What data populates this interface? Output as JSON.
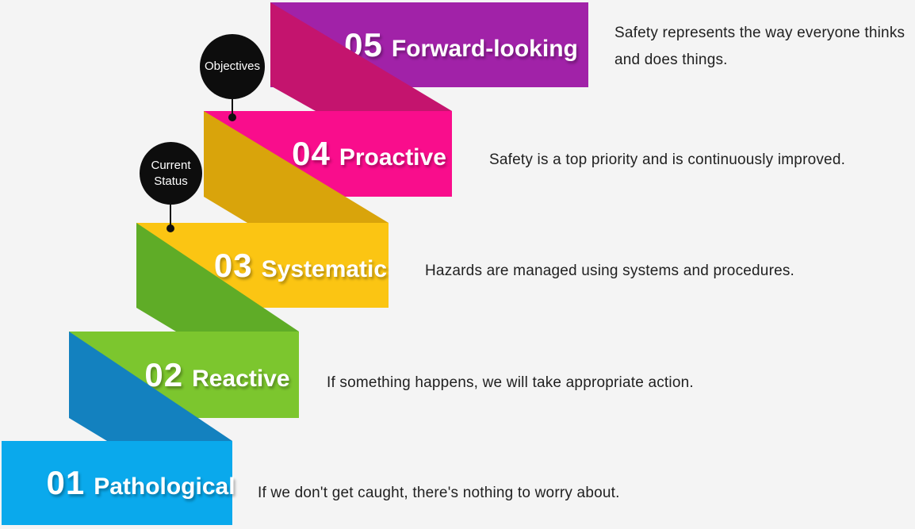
{
  "background_color": "#f4f4f4",
  "description_text_color": "#212121",
  "steps": [
    {
      "number": "05",
      "label": "Forward-looking",
      "description": "Safety represents the way everyone thinks and does things.",
      "color": "#a122a8",
      "fold_color": "#c4146e"
    },
    {
      "number": "04",
      "label": "Proactive",
      "description": "Safety is a top priority and is continuously improved.",
      "color": "#f90d8c",
      "fold_color": "#d9a40b"
    },
    {
      "number": "03",
      "label": "Systematic",
      "description": "Hazards are managed using systems and procedures.",
      "color": "#fbc513",
      "fold_color": "#5fac27"
    },
    {
      "number": "02",
      "label": "Reactive",
      "description": "If something happens, we will take appropriate action.",
      "color": "#7cc62e",
      "fold_color": "#1381bf"
    },
    {
      "number": "01",
      "label": "Pathological",
      "description": "If we don't get caught, there's nothing to worry about.",
      "color": "#0aa9ec",
      "fold_color": null
    }
  ],
  "badges": [
    {
      "line1": "Objectives",
      "line2": "",
      "color": "#0d0d0d"
    },
    {
      "line1": "Current",
      "line2": "Status",
      "color": "#0d0d0d"
    }
  ]
}
